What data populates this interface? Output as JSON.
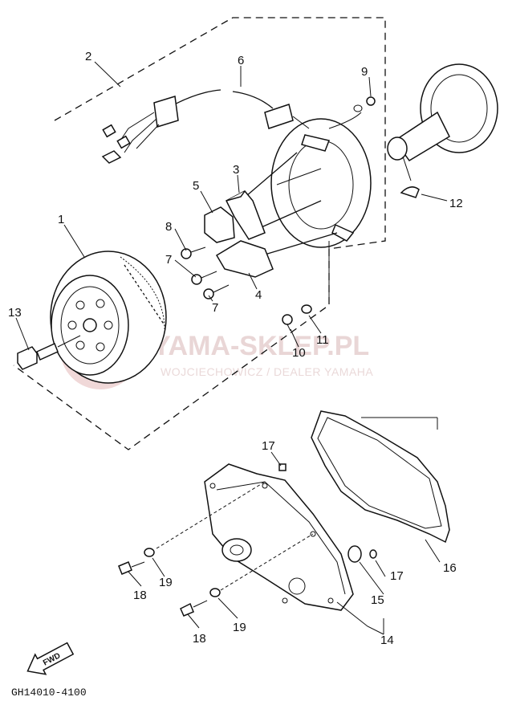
{
  "watermark": {
    "brand": "YAMA-SKLEP.PL",
    "subtitle": "WOJCIECHOWICZ / DEALER YAMAHA"
  },
  "fwd_label": "FWD",
  "diagram_code": "GH14010-4100",
  "callouts": {
    "c1": "1",
    "c2": "2",
    "c3": "3",
    "c4": "4",
    "c5": "5",
    "c6": "6",
    "c7a": "7",
    "c7b": "7",
    "c8": "8",
    "c9": "9",
    "c10": "10",
    "c11": "11",
    "c12": "12",
    "c13": "13",
    "c14": "14",
    "c15": "15",
    "c16": "16",
    "c17a": "17",
    "c17b": "17",
    "c18a": "18",
    "c18b": "18",
    "c19a": "19",
    "c19b": "19"
  }
}
